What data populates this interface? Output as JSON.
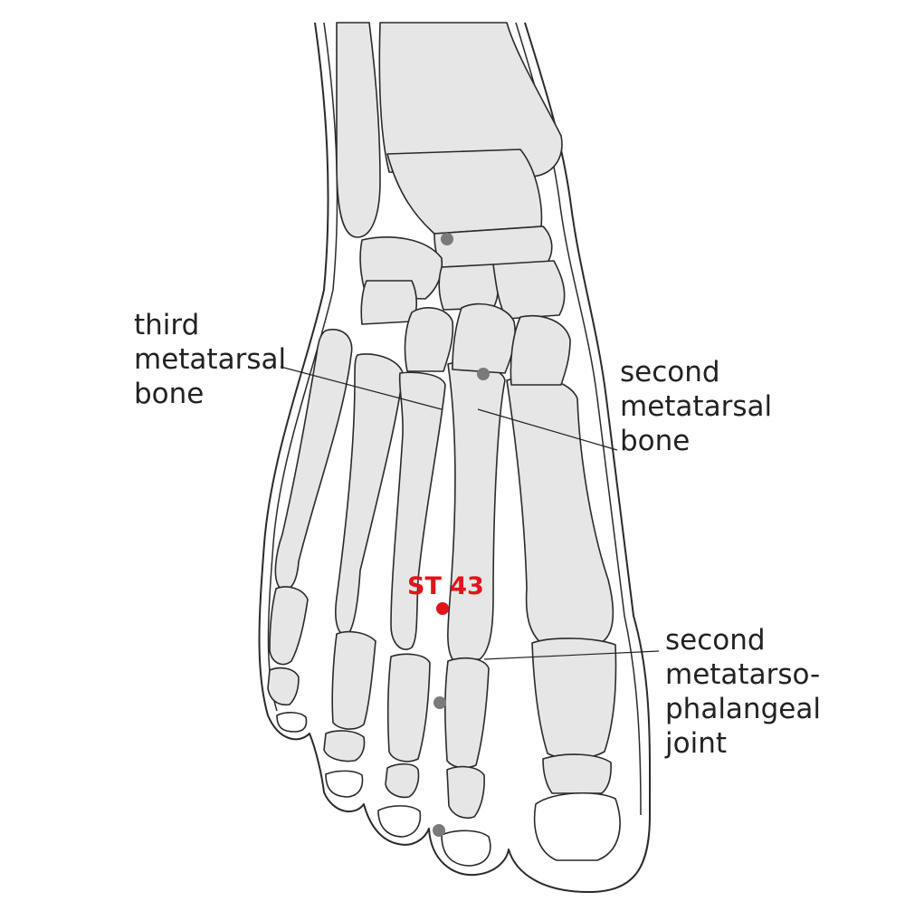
{
  "colors": {
    "bone_fill": "#e6e6e6",
    "outline": "#2a2a2a",
    "reference_dot": "#7a7a7a",
    "acupoint": "#e3131b",
    "leader_line": "#222222"
  },
  "labels": {
    "third_metatarsal": [
      "third",
      "metatarsal",
      "bone"
    ],
    "second_metatarsal": [
      "second",
      "metatarsal",
      "bone"
    ],
    "second_mtp_joint": [
      "second",
      "metatarso-",
      "phalangeal",
      "joint"
    ]
  },
  "acupoint": {
    "code": "ST 43"
  }
}
